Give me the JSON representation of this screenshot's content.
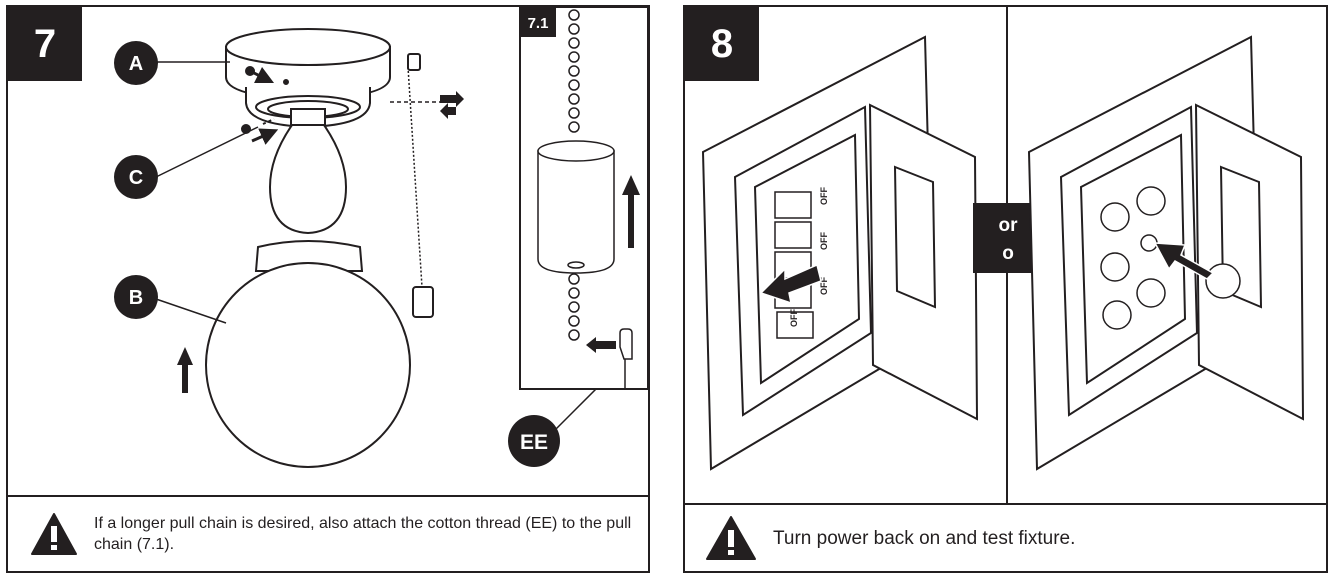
{
  "step7": {
    "number": "7",
    "inset_label": "7.1",
    "callouts": {
      "a": "A",
      "b": "B",
      "c": "C",
      "ee": "EE"
    },
    "caption": "If a longer pull chain is desired, also attach the cotton thread (EE) to the pull chain (7.1)."
  },
  "step8": {
    "number": "8",
    "or_label_1": "or",
    "or_label_2": "o",
    "breaker_labels": [
      "OFF",
      "OFF",
      "OFF",
      "OFF"
    ],
    "caption": "Turn power back on and test fixture."
  },
  "icons": [
    "warning-icon",
    "warning-icon"
  ]
}
